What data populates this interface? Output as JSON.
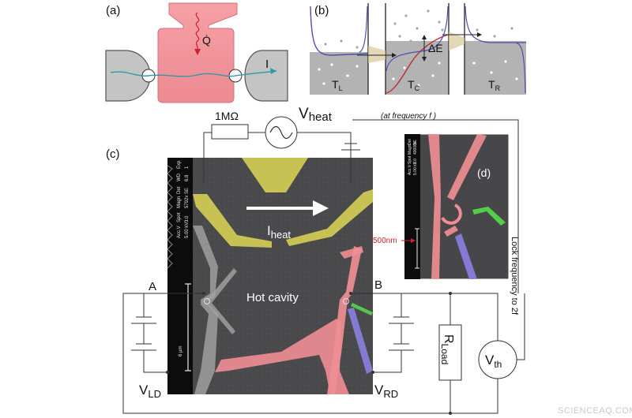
{
  "panels": {
    "a": "(a)",
    "b": "(b)",
    "c": "(c)",
    "d": "(d)"
  },
  "panel_a": {
    "heat_label": "Q̇",
    "current_label": "I"
  },
  "panel_b": {
    "delta_e": "ΔE",
    "t_left": "T",
    "t_left_sub": "L",
    "t_center": "T",
    "t_center_sub": "C",
    "t_right": "T",
    "t_right_sub": "R"
  },
  "circuit": {
    "resistor": "1MΩ",
    "vheat": "V",
    "vheat_sub": "heat",
    "vheat_note": "(at frequency f )",
    "node_a": "A",
    "node_b": "B",
    "vld": "V",
    "vld_sub": "LD",
    "vrd": "V",
    "vrd_sub": "RD",
    "rload": "R",
    "rload_sub": "Load",
    "vth": "V",
    "vth_sub": "th",
    "lock": "Lock frequency to 2f"
  },
  "sem": {
    "iheat": "I",
    "iheat_sub": "heat",
    "hot_cavity": "Hot cavity",
    "scale_inset": "500nm",
    "scale_main": "6 µm",
    "databar_cols": [
      "Acc.V",
      "Spot",
      "Magn",
      "Det",
      "WD",
      "Exp"
    ],
    "databar_vals": [
      "5.00 kV",
      "3.0",
      "5792x",
      "SE",
      "6.8",
      "1"
    ],
    "inset_databar_cols": [
      "Acc.V",
      "Spot",
      "Magn",
      "Det",
      "WD",
      "Exp"
    ],
    "inset_databar_vals": [
      "5.00 kV",
      "3.0",
      "40000x",
      "SE",
      "6.8",
      "1"
    ]
  },
  "watermark": "SCIENCEAQ.COM",
  "colors": {
    "pink": "#ef8e94",
    "yellow": "#d6cf55",
    "purple": "#8a7fe0",
    "green": "#55d64a",
    "grey_sem": "#4e4e50",
    "lead_grey": "#9a9a9a"
  }
}
